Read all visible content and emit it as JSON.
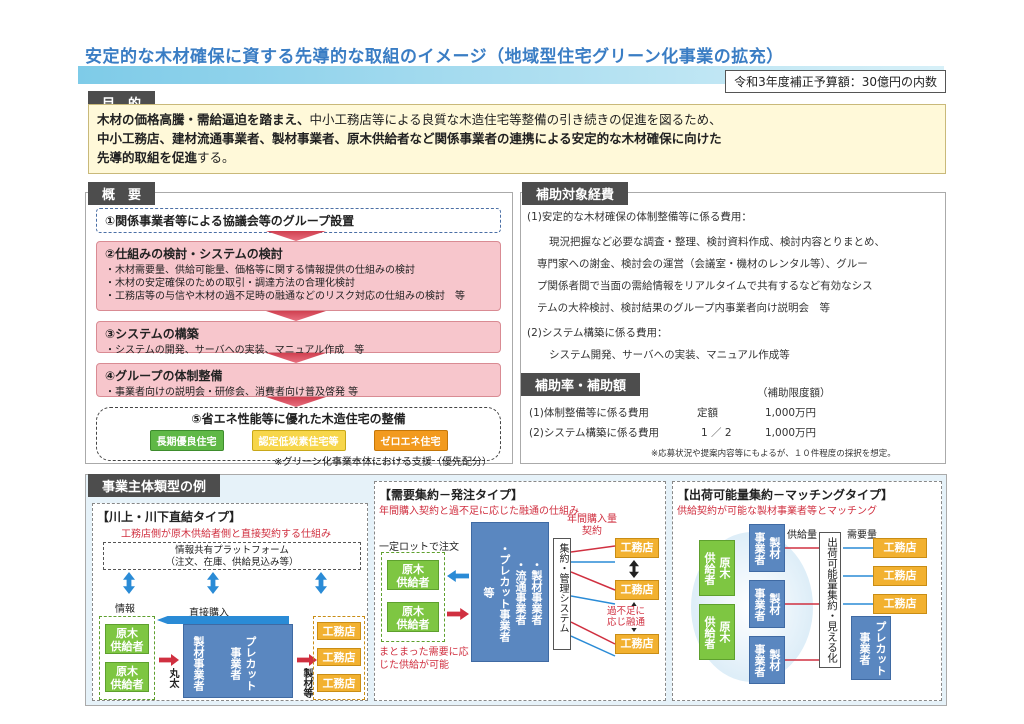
{
  "title": "安定的な木材確保に資する先導的な取組のイメージ（地域型住宅グリーン化事業の拡充）",
  "budget": "令和3年度補正予算額：30億円の内数",
  "mokuteki": {
    "header": "目　的",
    "line1_bold": "木材の価格高騰・需給逼迫を踏まえ、",
    "line1_rest": "中小工務店等による良質な木造住宅等整備の引き続きの促進を図るため、",
    "line2": "中小工務店、建材流通事業者、製材事業者、原木供給者など関係事業者の連携による安定的な木材確保に向けた",
    "line3_bold": "先導的取組を促進",
    "line3_rest": "する。"
  },
  "gaiyo": {
    "header": "概　要",
    "step1": "①関係事業者等による協議会等のグループ設置",
    "step2": {
      "title": "②仕組みの検討・システムの検討",
      "items": [
        "・木材需要量、供給可能量、価格等に関する情報提供の仕組みの検討",
        "・木材の安定確保のための取引・調達方法の合理化検討",
        "・工務店等の与信や木材の過不足時の融通などのリスク対応の仕組みの検討　等"
      ]
    },
    "step3": {
      "title": "③システムの構築",
      "items": [
        "・システムの開発、サーバへの実装、マニュアル作成　等"
      ]
    },
    "step4": {
      "title": "④グループの体制整備",
      "items": [
        "・事業者向けの説明会・研修会、消費者向け普及啓発 等"
      ]
    },
    "step5": {
      "title": "⑤省エネ性能等に優れた木造住宅の整備",
      "tags": [
        "長期優良住宅",
        "認定低炭素住宅等",
        "ゼロエネ住宅"
      ],
      "note": "※グリーン化事業本体における支援（優先配分）"
    }
  },
  "hojo": {
    "header": "補助対象経費",
    "p1": "(1)安定的な木材確保の体制整備等に係る費用：",
    "p1_lines": [
      "現況把握など必要な調査・整理、検討資料作成、検討内容とりまとめ、",
      "専門家への謝金、検討会の運営（会議室・機材のレンタル等）、グルー",
      "プ関係者間で当面の需給情報をリアルタイムで共有するなど有効なシス",
      "テムの大枠検討、検討結果のグループ内事業者向け説明会　等"
    ],
    "p2": "(2)システム構築に係る費用：",
    "p2_line": "システム開発、サーバへの実装、マニュアル作成等",
    "rate_header": "補助率・補助額",
    "limit_label": "（補助限度額）",
    "r1_label": "(1)体制整備等に係る費用",
    "r1_rate": "定額",
    "r1_amt": "1,000万円",
    "r2_label": "(2)システム構築に係る費用",
    "r2_rate": "1 ／ 2",
    "r2_amt": "1,000万円",
    "rate_note": "※応募状況や提案内容等にもよるが、１０件程度の採択を想定。"
  },
  "types": {
    "header": "事業主体類型の例",
    "t1": {
      "title": "【川上・川下直結タイプ】",
      "sub": "工務店側が原木供給者側と直接契約する仕組み",
      "platform": "情報共有プラットフォーム\n（注文、在庫、供給見込み等）",
      "info": "情報",
      "direct": "直接購入",
      "log": "丸太",
      "lumber": "製材等",
      "supplier": "原木\n供給者",
      "sawmill": "製材事業者",
      "precut": "プレカット事業者",
      "builder": "工務店"
    },
    "t2": {
      "title": "【需要集約－発注タイプ】",
      "sub": "年間購入契約と過不足に応じた融通の仕組み",
      "lot": "一定ロットで注文",
      "center": "・製材事業者\n・流通事業者\n・プレカット事業者\n等",
      "system": "集約・管理システム",
      "annual": "年間購入量\n契約",
      "shortage": "過不足に\n応じ融通",
      "merit": "まとまった需要に応\nじた供給が可能",
      "supplier": "原木\n供給者",
      "builder": "工務店"
    },
    "t3": {
      "title": "【出荷可能量集約－マッチングタイプ】",
      "sub": "供給契約が可能な製材事業者等とマッチング",
      "supply_amt": "供給量",
      "demand_amt": "需要量",
      "system": "出荷可能量集約・見える化",
      "supplier": "原木\n供給者",
      "sawmill": "製材\n事業者",
      "precut": "プレカット\n事業者",
      "builder": "工務店"
    }
  }
}
